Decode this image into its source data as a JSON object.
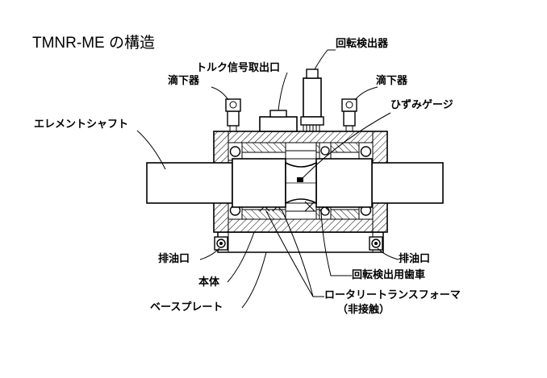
{
  "title": "TMNR-ME の構造",
  "labels": {
    "encoder": "回転検出器",
    "torque_signal": "トルク信号取出口",
    "dripper_left": "滴下器",
    "dripper_right": "滴下器",
    "strain_gauge": "ひずみゲージ",
    "element_shaft": "エレメントシャフト",
    "drain_left": "排油口",
    "drain_right": "排油口",
    "encoder_gear": "回転検出用歯車",
    "body": "本体",
    "rotary_transformer": "ロータリートランスフォーマ",
    "non_contact": "（非接触）",
    "base_plate": "ベースプレート"
  },
  "colors": {
    "ink": "#000000",
    "paper": "#ffffff",
    "hatch": "#000000"
  }
}
